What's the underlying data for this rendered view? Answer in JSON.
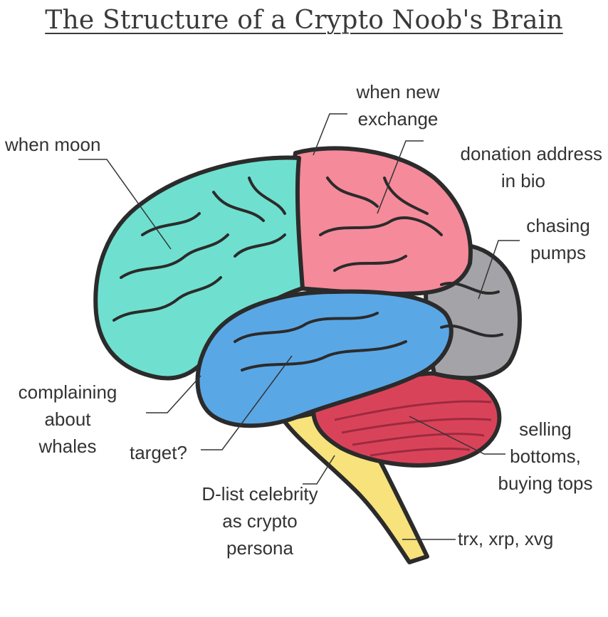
{
  "title": "The Structure of a Crypto Noob's Brain",
  "colors": {
    "frontal": "#6fe0cf",
    "parietal": "#f58a9a",
    "temporal": "#5aa7e6",
    "occipital": "#a4a4a8",
    "cerebellum": "#d9435a",
    "brainstem": "#f7e27c",
    "outline": "#2b2b2b"
  },
  "labels": {
    "when_new_exchange": [
      "when new",
      "exchange"
    ],
    "when_moon": [
      "when moon"
    ],
    "donation_address": [
      "donation address",
      "in bio"
    ],
    "chasing_pumps": [
      "chasing",
      "pumps"
    ],
    "complaining_about_whales": [
      "complaining",
      "about",
      "whales"
    ],
    "target": [
      "target?"
    ],
    "selling_bottoms": [
      "selling",
      "bottoms,",
      "buying tops"
    ],
    "d_list_celebrity": [
      "D-list celebrity",
      "as crypto",
      "persona"
    ],
    "trx_xrp_xvg": [
      "trx, xrp, xvg"
    ]
  }
}
